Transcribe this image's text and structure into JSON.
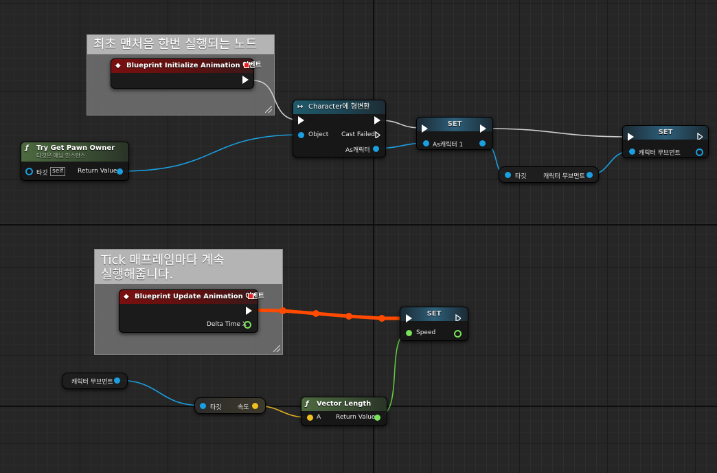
{
  "comments": {
    "init_title": "최초 맨처음 한번 실행되는 노드",
    "tick_title_line1": "Tick 매프레임마다 계속",
    "tick_title_line2": "실행해줍니다."
  },
  "nodes": {
    "init_event": {
      "title": "Blueprint Initialize Animation 이벤트"
    },
    "update_event": {
      "title": "Blueprint Update Animation 이벤트",
      "delta_label": "Delta Time X"
    },
    "try_get_pawn": {
      "title": "Try Get Pawn Owner",
      "subtitle": "타깃은 애님 인스턴스",
      "target_label": "타깃",
      "self_label": "self",
      "return_label": "Return Value"
    },
    "cast": {
      "title": "Character에 형변환",
      "object_label": "Object",
      "cast_failed_label": "Cast Failed",
      "as_label": "As캐릭터"
    },
    "set1": {
      "title": "SET",
      "pin_label": "As캐릭터 1"
    },
    "set2": {
      "title": "SET",
      "pin_label": "캐릭터 무브먼트"
    },
    "get_movement": {
      "target_label": "타깃",
      "output_label": "캐릭터 무브먼트"
    },
    "set_speed": {
      "title": "SET",
      "pin_label": "Speed"
    },
    "movement_var": {
      "label": "캐릭터 무브먼트"
    },
    "velocity": {
      "target_label": "타깃",
      "output_label": "속도"
    },
    "vector_length": {
      "title": "Vector Length",
      "a_label": "A",
      "return_label": "Return Value"
    }
  },
  "colors": {
    "exec_wire": "#d8d8d8",
    "object_wire": "#1a9fe0",
    "float_wire": "#5fc93e",
    "vector_wire": "#e0b020",
    "active_exec_wire": "#ff4a00"
  },
  "icons": {
    "event": "event-diamond-icon",
    "function": "function-f-icon",
    "cast": "cast-arrow-icon"
  }
}
